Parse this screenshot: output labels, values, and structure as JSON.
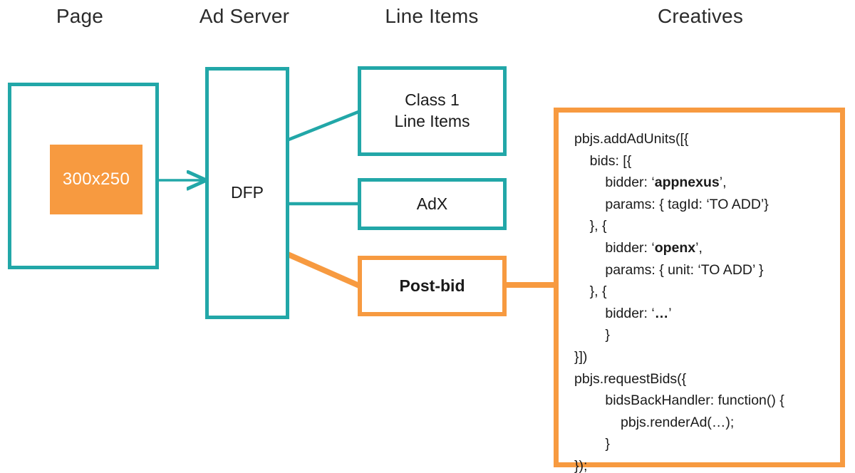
{
  "headers": {
    "page": "Page",
    "ad_server": "Ad Server",
    "line_items": "Line Items",
    "creatives": "Creatives"
  },
  "nodes": {
    "page_box": {
      "label": ""
    },
    "creative_swatch": {
      "label": "300x250"
    },
    "dfp": {
      "label": "DFP"
    },
    "class1": {
      "label": "Class 1\nLine Items"
    },
    "adx": {
      "label": "AdX"
    },
    "postbid": {
      "label": "Post-bid"
    }
  },
  "code_panel": {
    "lines": [
      {
        "indent": 0,
        "segments": [
          {
            "text": "pbjs.addAdUnits([{",
            "bold": false
          }
        ]
      },
      {
        "indent": 1,
        "segments": [
          {
            "text": "bids: [{",
            "bold": false
          }
        ]
      },
      {
        "indent": 2,
        "segments": [
          {
            "text": "bidder: ‘",
            "bold": false
          },
          {
            "text": "appnexus",
            "bold": true
          },
          {
            "text": "’,",
            "bold": false
          }
        ]
      },
      {
        "indent": 2,
        "segments": [
          {
            "text": "params: { tagId: ‘TO ADD’}",
            "bold": false
          }
        ]
      },
      {
        "indent": 1,
        "segments": [
          {
            "text": "}, {",
            "bold": false
          }
        ]
      },
      {
        "indent": 2,
        "segments": [
          {
            "text": "bidder: ‘",
            "bold": false
          },
          {
            "text": "openx",
            "bold": true
          },
          {
            "text": "’,",
            "bold": false
          }
        ]
      },
      {
        "indent": 2,
        "segments": [
          {
            "text": "params: { unit: ‘TO ADD’ }",
            "bold": false
          }
        ]
      },
      {
        "indent": 1,
        "segments": [
          {
            "text": "}, {",
            "bold": false
          }
        ]
      },
      {
        "indent": 2,
        "segments": [
          {
            "text": "bidder: ‘",
            "bold": false
          },
          {
            "text": "…",
            "bold": true
          },
          {
            "text": "’",
            "bold": false
          }
        ]
      },
      {
        "indent": 2,
        "segments": [
          {
            "text": "}",
            "bold": false
          }
        ]
      },
      {
        "indent": 0,
        "segments": [
          {
            "text": "}])",
            "bold": false
          }
        ]
      },
      {
        "indent": 0,
        "segments": [
          {
            "text": "pbjs.requestBids({",
            "bold": false
          }
        ]
      },
      {
        "indent": 2,
        "segments": [
          {
            "text": "bidsBackHandler: function() {",
            "bold": false
          }
        ]
      },
      {
        "indent": 3,
        "segments": [
          {
            "text": "pbjs.renderAd(…);",
            "bold": false
          }
        ]
      },
      {
        "indent": 2,
        "segments": [
          {
            "text": "}",
            "bold": false
          }
        ]
      },
      {
        "indent": 0,
        "segments": [
          {
            "text": "});",
            "bold": false
          }
        ]
      }
    ]
  },
  "colors": {
    "teal": "#22A7A8",
    "orange": "#F79A40",
    "text": "#1a1a1a",
    "background": "#ffffff"
  },
  "connectors": [
    {
      "name": "creative-to-dfp",
      "color": "#22A7A8",
      "style": "arrow"
    },
    {
      "name": "dfp-to-class1",
      "color": "#22A7A8",
      "style": "line"
    },
    {
      "name": "dfp-to-adx",
      "color": "#22A7A8",
      "style": "line"
    },
    {
      "name": "dfp-to-postbid",
      "color": "#F79A40",
      "style": "line"
    },
    {
      "name": "postbid-to-creatives",
      "color": "#F79A40",
      "style": "line"
    }
  ]
}
